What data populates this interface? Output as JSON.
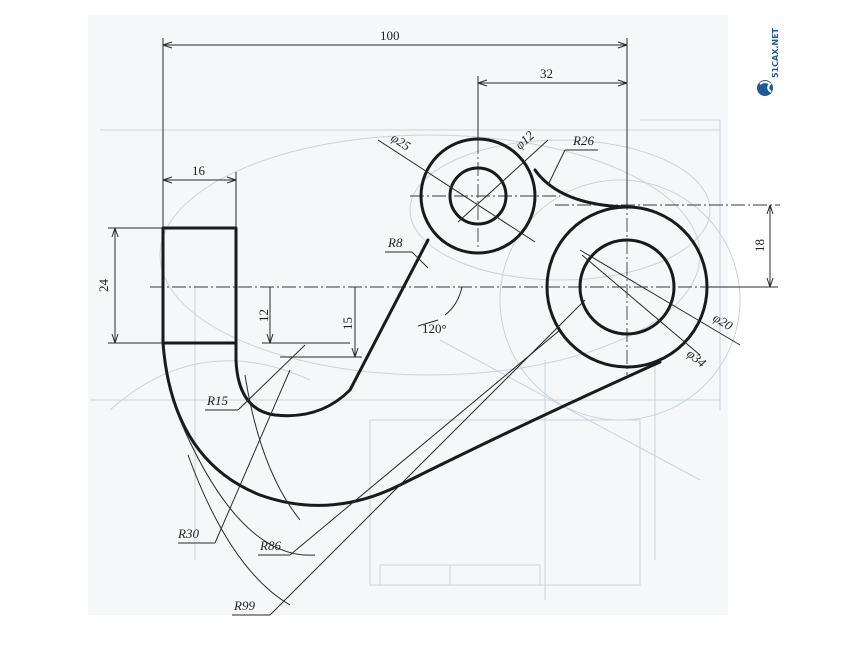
{
  "logo": {
    "text": "51CAX.NET",
    "color": "#1e5a99"
  },
  "colors": {
    "line": "#1a1a1a",
    "background_ghost": "#c9d3dc"
  },
  "dimensions": {
    "overall_width": "100",
    "top_offset": "32",
    "left_width": "16",
    "left_height": "24",
    "right_offset": "18",
    "gap_12": "12",
    "gap_15": "15",
    "angle": "120°",
    "dia_small_outer": "φ25",
    "dia_small_inner": "φ12",
    "dia_large_inner": "φ20",
    "dia_large_outer": "φ34",
    "radius_r26": "R26",
    "radius_r8": "R8",
    "radius_r15": "R15",
    "radius_r30": "R30",
    "radius_r86": "R86",
    "radius_r99": "R99"
  }
}
